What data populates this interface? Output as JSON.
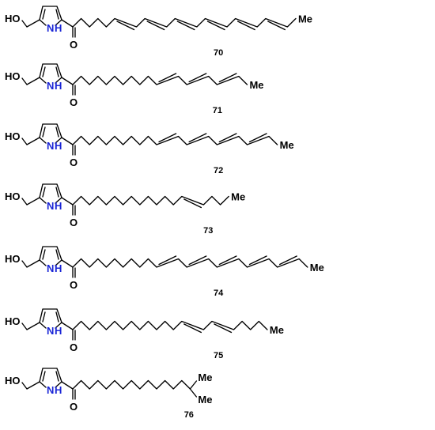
{
  "figure": {
    "atom_labels": {
      "hydroxyl": "HO",
      "ring_nitrogen": "N",
      "ring_hydrogen": "H",
      "carbonyl_oxygen": "O"
    },
    "colors": {
      "bond": "#000000",
      "nitrogen": "#1a25d6",
      "text": "#000000"
    },
    "compounds": [
      {
        "id": "70",
        "methylenes_before_first_double_bond": 5,
        "double_bonds": 6,
        "tail_carbons_after_last_double_bond": 1,
        "terminal_label": "Me",
        "branched_end": false
      },
      {
        "id": "71",
        "methylenes_before_first_double_bond": 10,
        "double_bonds": 3,
        "tail_carbons_after_last_double_bond": 1,
        "terminal_label": "Me",
        "branched_end": false
      },
      {
        "id": "72",
        "methylenes_before_first_double_bond": 10,
        "double_bonds": 4,
        "tail_carbons_after_last_double_bond": 1,
        "terminal_label": "Me",
        "branched_end": false
      },
      {
        "id": "73",
        "methylenes_before_first_double_bond": 13,
        "double_bonds": 1,
        "tail_carbons_after_last_double_bond": 3,
        "terminal_label": "Me",
        "branched_end": false
      },
      {
        "id": "74",
        "methylenes_before_first_double_bond": 10,
        "double_bonds": 5,
        "tail_carbons_after_last_double_bond": 1,
        "terminal_label": "Me",
        "branched_end": false
      },
      {
        "id": "75",
        "methylenes_before_first_double_bond": 13,
        "double_bonds": 2,
        "tail_carbons_after_last_double_bond": 4,
        "terminal_label": "Me",
        "branched_end": false
      },
      {
        "id": "76",
        "methylenes_before_first_double_bond": 13,
        "double_bonds": 0,
        "tail_carbons_after_last_double_bond": 0,
        "terminal_label": "Me",
        "branched_end": true
      }
    ]
  }
}
